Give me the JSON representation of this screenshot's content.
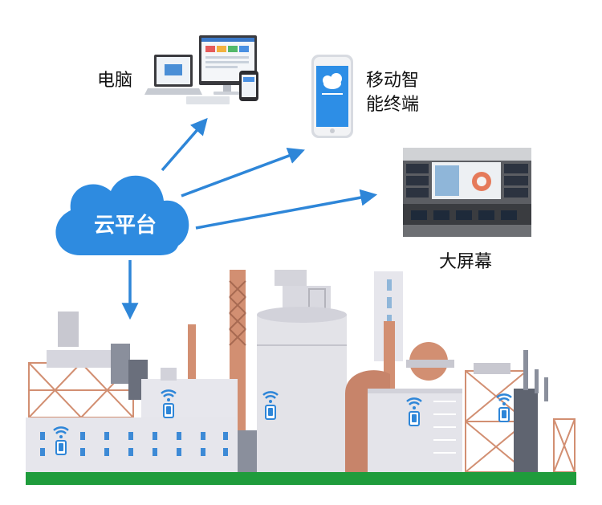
{
  "labels": {
    "computer": "电脑",
    "mobile_line1": "移动智",
    "mobile_line2": "能终端",
    "big_screen": "大屏幕",
    "cloud": "云平台"
  },
  "colors": {
    "arrow": "#2e86d8",
    "cloud": "#2e8be0",
    "ground": "#1f9c3c",
    "brick": "#d28f72",
    "wifi": "#2e86d8",
    "building": "#e3e3e8"
  },
  "icons": [
    "computer-devices",
    "smartphone",
    "video-wall",
    "cloud",
    "wifi-sensor"
  ]
}
